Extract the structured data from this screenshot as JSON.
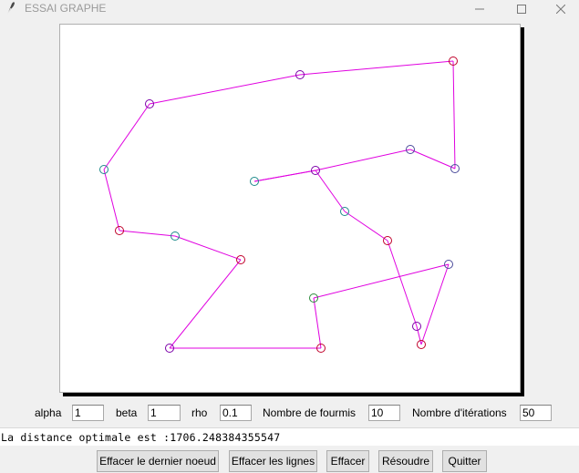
{
  "window": {
    "title": "ESSAI GRAPHE",
    "minimize_icon": "minimize-icon",
    "maximize_icon": "maximize-icon",
    "close_icon": "close-icon",
    "app_icon": "feather-icon"
  },
  "graph": {
    "node_colors": [
      "#7b00a8",
      "#1e8a8a",
      "#c0002a",
      "#2a8a3a",
      "#4a4a9a"
    ],
    "edge_color": "#e000e0"
  },
  "params": {
    "alpha_label": "alpha",
    "alpha_value": "1",
    "beta_label": "beta",
    "beta_value": "1",
    "rho_label": "rho",
    "rho_value": "0.1",
    "ants_label": "Nombre de fourmis",
    "ants_value": "10",
    "iterations_label": "Nombre d'itérations",
    "iterations_value": "50"
  },
  "result_text": "La distance optimale est :1706.248384355547",
  "buttons": {
    "undo_node": "Effacer le dernier noeud",
    "clear_lines": "Effacer les lignes",
    "clear": "Effacer",
    "solve": "Résoudre",
    "quit": "Quitter"
  }
}
